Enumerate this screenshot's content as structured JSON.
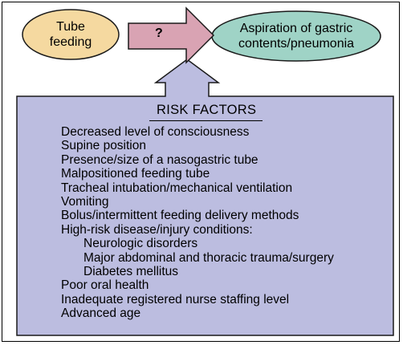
{
  "colors": {
    "left_oval_fill": "#f5d9a0",
    "right_oval_fill": "#9fd3c6",
    "arrow_fill": "#d9a3b3",
    "box_fill": "#bcbde0",
    "stroke": "#1a1a1a"
  },
  "nodes": {
    "tube_feeding": "Tube\nfeeding",
    "question": "?",
    "aspiration": "Aspiration of gastric\ncontents/pneumonia"
  },
  "risk_box": {
    "title": "RISK FACTORS",
    "items": [
      {
        "text": "Decreased level of consciousness",
        "level": 0
      },
      {
        "text": "Supine position",
        "level": 0
      },
      {
        "text": "Presence/size of a nasogastric tube",
        "level": 0
      },
      {
        "text": "Malpositioned feeding tube",
        "level": 0
      },
      {
        "text": "Tracheal intubation/mechanical ventilation",
        "level": 0
      },
      {
        "text": "Vomiting",
        "level": 0
      },
      {
        "text": "Bolus/intermittent feeding delivery methods",
        "level": 0
      },
      {
        "text": "High-risk disease/injury conditions:",
        "level": 0
      },
      {
        "text": "Neurologic disorders",
        "level": 1
      },
      {
        "text": "Major abdominal and thoracic trauma/surgery",
        "level": 1
      },
      {
        "text": "Diabetes mellitus",
        "level": 1
      },
      {
        "text": "Poor oral health",
        "level": 0
      },
      {
        "text": "Inadequate registered nurse staffing level",
        "level": 0
      },
      {
        "text": "Advanced age",
        "level": 0
      }
    ]
  }
}
